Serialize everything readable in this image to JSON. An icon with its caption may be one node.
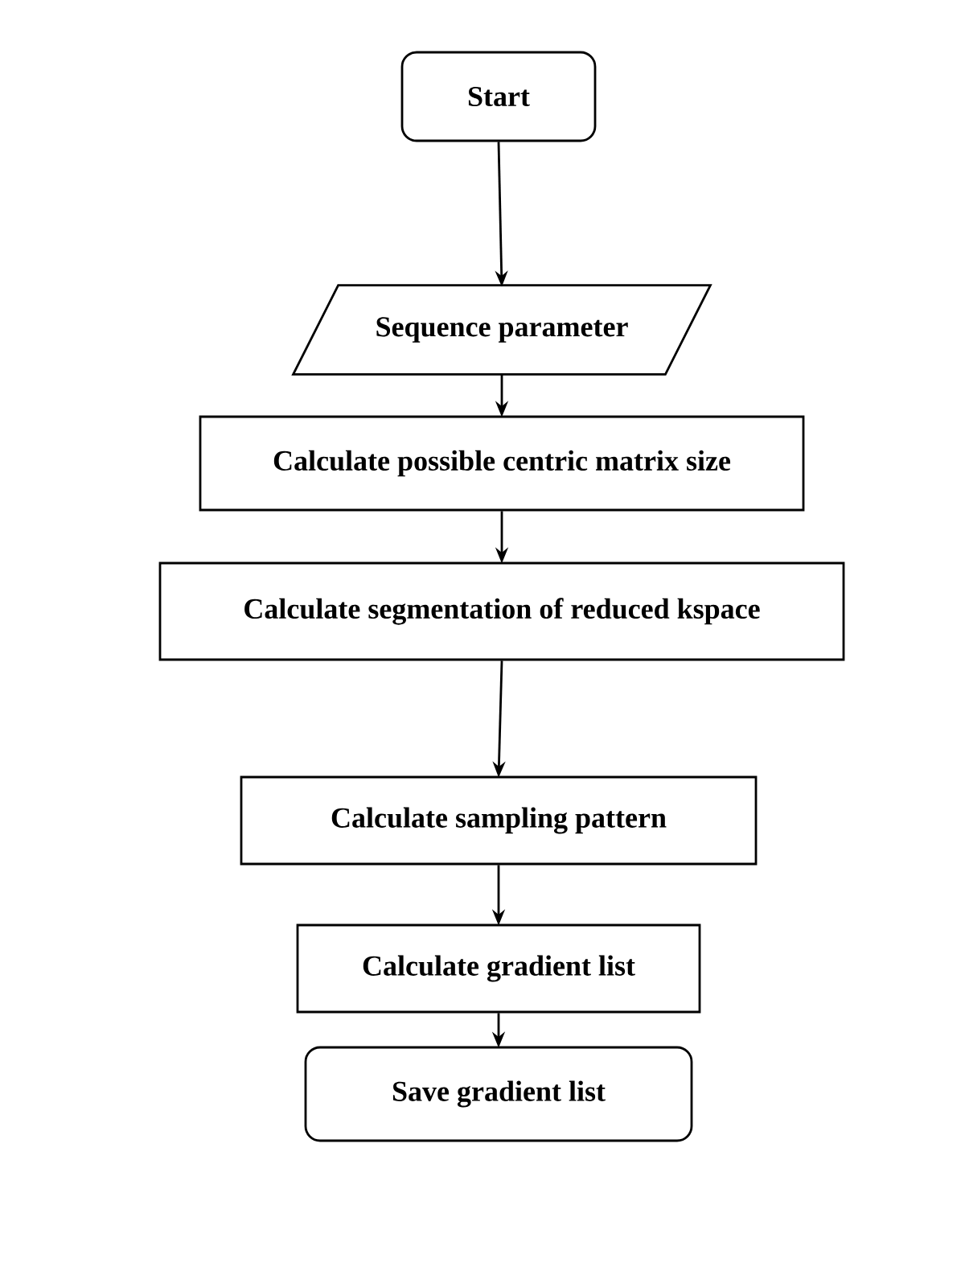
{
  "diagram": {
    "nodes": [
      {
        "text": [
          "Start"
        ]
      },
      {
        "text": [
          "Sequence parameter"
        ]
      },
      {
        "text": [
          "Calculate possible centric matrix size"
        ]
      },
      {
        "text": [
          "Calculate segmentation of reduced kspace"
        ]
      },
      {
        "text": [
          "Calculate sampling pattern"
        ]
      },
      {
        "text": [
          "Calculate gradient list"
        ]
      },
      {
        "text": [
          "Save gradient list"
        ]
      }
    ],
    "edges": [
      {
        "from": 0,
        "to": 1,
        "arrow": "to"
      },
      {
        "from": 1,
        "to": 2,
        "arrow": "to"
      },
      {
        "from": 2,
        "to": 3,
        "arrow": "to"
      },
      {
        "from": 3,
        "to": 4,
        "arrow": "to"
      },
      {
        "from": 4,
        "to": 5,
        "arrow": "to"
      },
      {
        "from": 5,
        "to": 6,
        "arrow": "to"
      }
    ]
  }
}
